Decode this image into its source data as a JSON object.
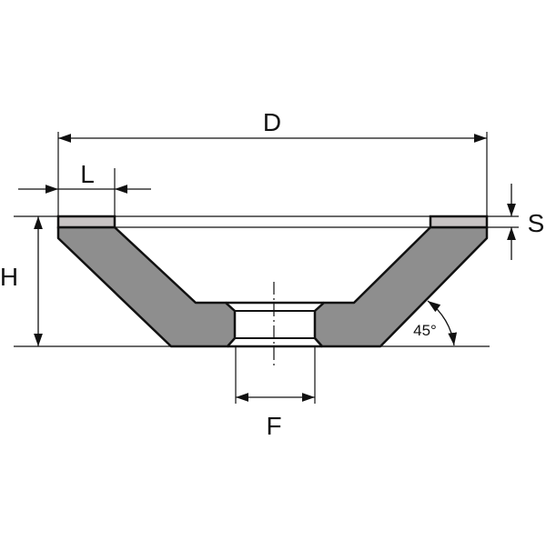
{
  "labels": {
    "outer_diameter": "D",
    "rim_width": "L",
    "height": "H",
    "bore": "F",
    "abrasive_thickness": "S",
    "cone_angle": "45°"
  },
  "colors": {
    "body_fill": "#8e8e8e",
    "abrasive_fill": "#c8c4c4",
    "line": "#111111",
    "background": "#ffffff"
  }
}
